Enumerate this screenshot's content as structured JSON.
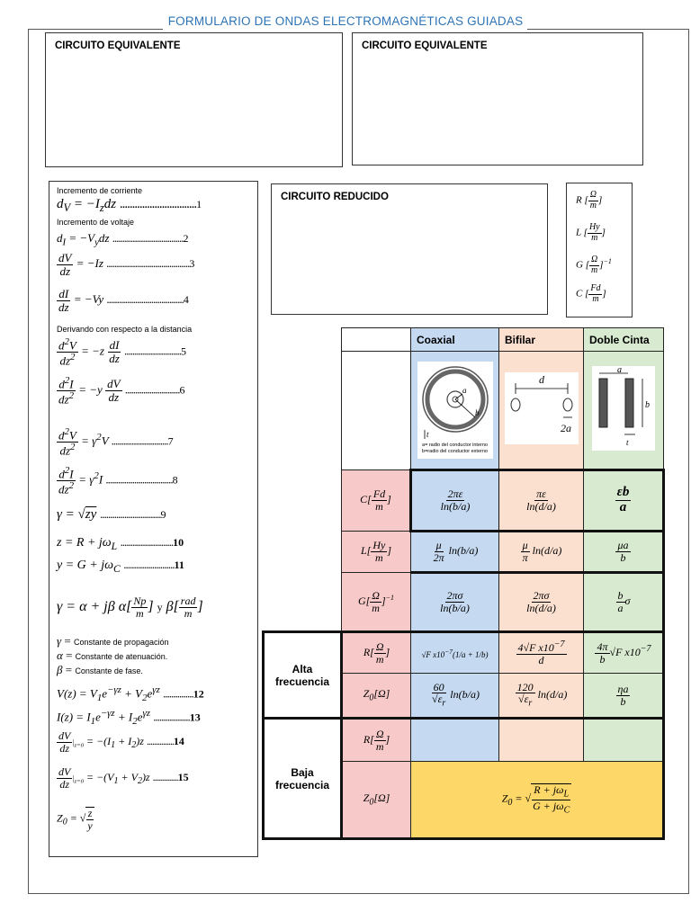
{
  "title": "FORMULARIO DE ONDAS ELECTROMAGNÉTICAS GUIADAS",
  "boxes": {
    "circuit_left": "CIRCUITO EQUIVALENTE",
    "circuit_right": "CIRCUITO EQUIVALENTE",
    "circuit_reduced": "CIRCUITO REDUCIDO"
  },
  "panel": {
    "inc_current": "Incremento de corriente",
    "inc_voltage": "Incremento de voltaje",
    "derive": "Derivando con respecto a la distancia",
    "eq_nums": [
      "1",
      "2",
      "3",
      "4",
      "5",
      "6",
      "7",
      "8",
      "9",
      "10",
      "11",
      "12",
      "13",
      "14",
      "15"
    ],
    "gamma_def": "Constante de propagación",
    "alpha_def": "Constante de atenuación.",
    "beta_def": "Constante de fase.",
    "y_text": "y"
  },
  "units": [
    "R",
    "L",
    "G",
    "C"
  ],
  "table": {
    "headers": [
      "Coaxial",
      "Bifilar",
      "Doble Cinta"
    ],
    "coax_caption_1": "a= radio del conductor interno",
    "coax_caption_2": "b=radio del conductor externo",
    "alta": "Alta frecuencia",
    "baja": "Baja frecuencia"
  }
}
